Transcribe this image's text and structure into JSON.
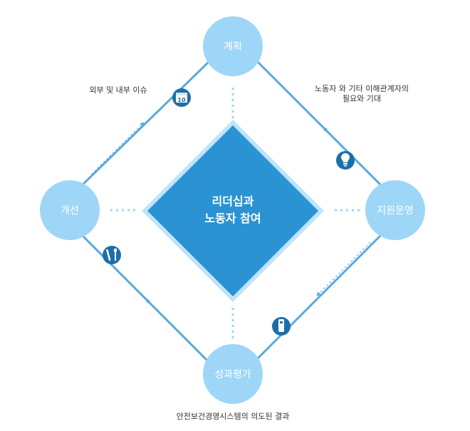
{
  "center": {
    "line1": "리더십과",
    "line2": "노동자 참여"
  },
  "nodes": {
    "top": "계획",
    "right": "지원운영",
    "bottom": "성과평가",
    "left": "개선"
  },
  "annotations": {
    "top_left": "외부 및 내부 이슈",
    "top_right_1": "노동자 와 기타 이해관계자의",
    "top_right_2": "필요와 기대",
    "bottom": "안전보건경영시스템의 의도된 결과"
  },
  "icons": {
    "calendar": {
      "name": "calendar-icon",
      "text": "10"
    },
    "bulb": {
      "name": "lightbulb-icon"
    },
    "tools": {
      "name": "tools-icon"
    },
    "device": {
      "name": "usb-device-icon"
    }
  },
  "colors": {
    "node": "#9ed6f7",
    "line": "#5aa9dc",
    "diamond_fill": "#2b93d4",
    "diamond_border": "#7cc4ef",
    "icon_bg": "#1d6ea8"
  }
}
